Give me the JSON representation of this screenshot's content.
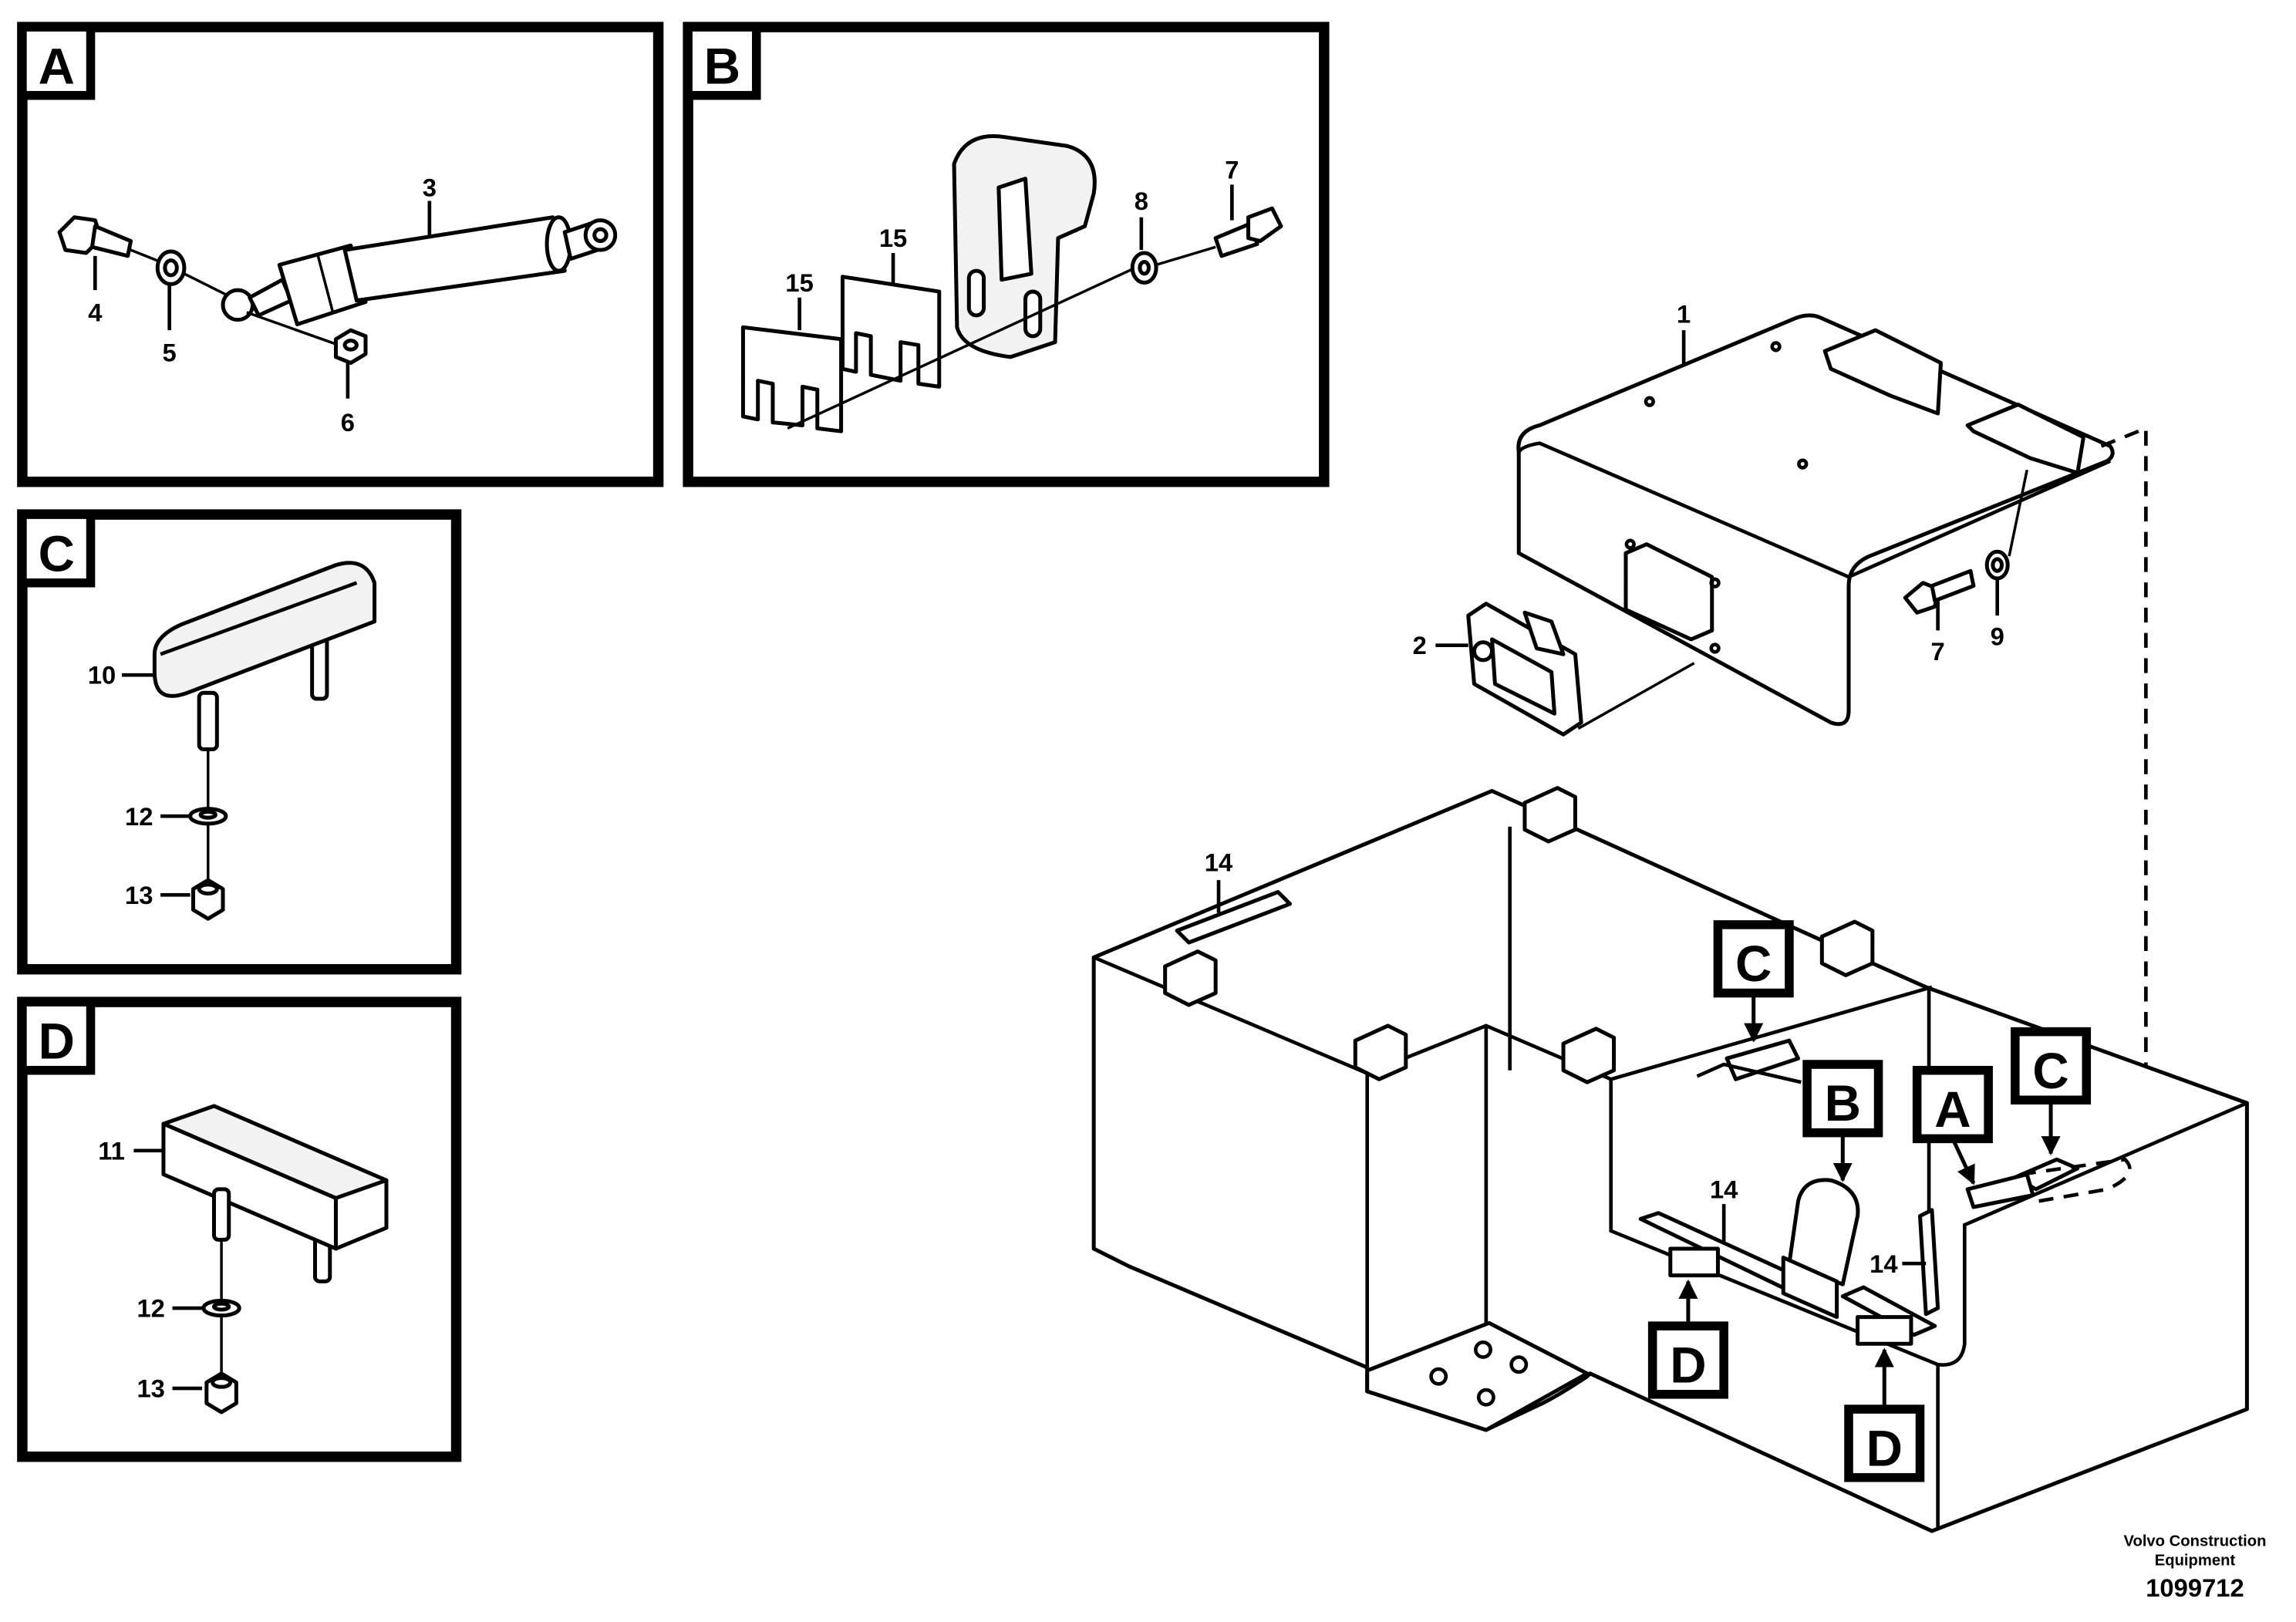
{
  "panels": {
    "A": {
      "tag": "A",
      "labels": {
        "p3": "3",
        "p4": "4",
        "p5": "5",
        "p6": "6"
      }
    },
    "B": {
      "tag": "B",
      "labels": {
        "p7": "7",
        "p8": "8",
        "p15a": "15",
        "p15b": "15"
      }
    },
    "C": {
      "tag": "C",
      "labels": {
        "p10": "10",
        "p12": "12",
        "p13": "13"
      }
    },
    "D": {
      "tag": "D",
      "labels": {
        "p11": "11",
        "p12": "12",
        "p13": "13"
      }
    }
  },
  "main": {
    "labels": {
      "p1": "1",
      "p2": "2",
      "p7": "7",
      "p9": "9",
      "p14a": "14",
      "p14b": "14",
      "p14c": "14"
    },
    "callouts": {
      "c1": "C",
      "c2": "C",
      "b": "B",
      "a": "A",
      "d1": "D",
      "d2": "D"
    }
  },
  "footer": {
    "company_line1": "Volvo Construction",
    "company_line2": "Equipment",
    "drawing_number": "1099712"
  }
}
